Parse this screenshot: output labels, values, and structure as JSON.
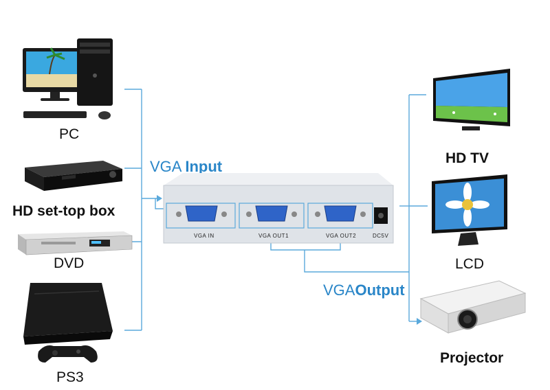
{
  "colors": {
    "line": "#5aa9dc",
    "accent": "#2a86c8",
    "switch_body": "#dfe3e8"
  },
  "inputs": {
    "pc": {
      "label": "PC",
      "icon": "desktop-computer-icon"
    },
    "settop": {
      "label": "HD set-top box",
      "icon": "set-top-box-icon"
    },
    "dvd": {
      "label": "DVD",
      "icon": "dvd-player-icon"
    },
    "ps3": {
      "label": "PS3",
      "icon": "game-console-icon"
    }
  },
  "signal": {
    "input": {
      "prefix": "VGA ",
      "emph": "Input"
    },
    "output": {
      "prefix": "VGA",
      "emph": "Output"
    }
  },
  "switch": {
    "ports": {
      "vga_in": "VGA IN",
      "vga_out1": "VGA OUT1",
      "vga_out2": "VGA OUT2",
      "dc": "DC5V"
    }
  },
  "outputs": {
    "hdtv": {
      "label": "HD TV",
      "icon": "tv-icon"
    },
    "lcd": {
      "label": "LCD",
      "icon": "monitor-icon"
    },
    "projector": {
      "label": "Projector",
      "icon": "projector-icon"
    }
  }
}
